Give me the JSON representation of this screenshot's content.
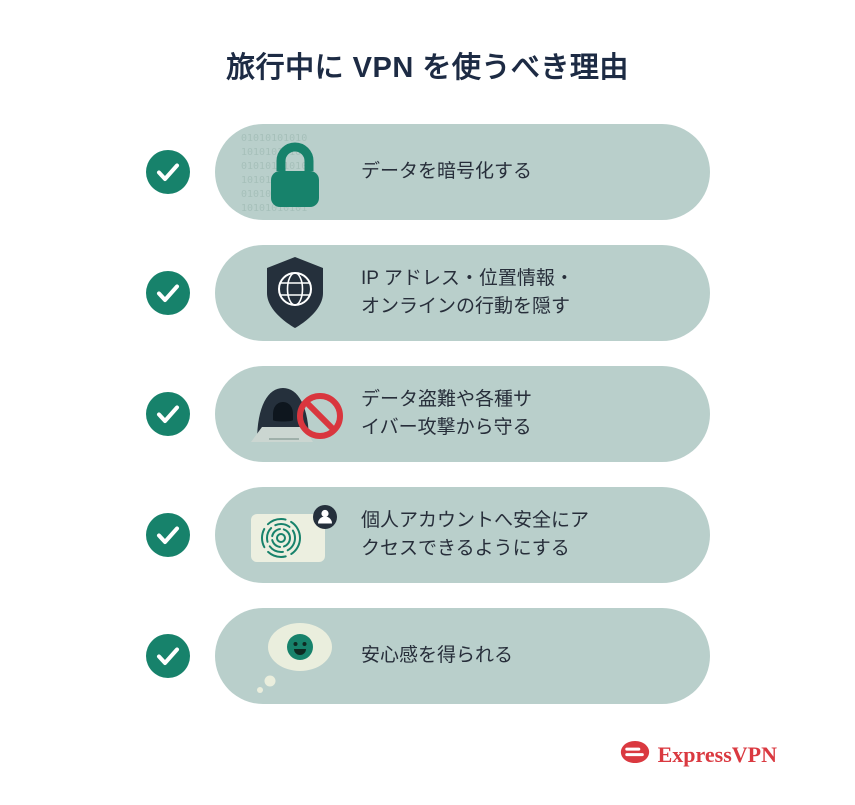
{
  "title": "旅行中に VPN を使うべき理由",
  "rows": [
    {
      "icon": "lock-binary-icon",
      "text": "データを暗号化する"
    },
    {
      "icon": "shield-globe-icon",
      "text": "IP アドレス・位置情報・\nオンラインの行動を隠す"
    },
    {
      "icon": "hacker-blocked-icon",
      "text": "データ盗難や各種サ\nイバー攻撃から守る"
    },
    {
      "icon": "fingerprint-card-icon",
      "text": "個人アカウントへ安全にア\nクセスできるようにする"
    },
    {
      "icon": "thought-bubble-icon",
      "text": "安心感を得られる"
    }
  ],
  "check_icon": "check-circle-icon",
  "footer": {
    "brand": "ExpressVPN",
    "logo_icon": "expressvpn-logo-icon"
  },
  "colors": {
    "accent_green": "#17826B",
    "pill_background": "#B9CFCB",
    "title_text": "#1D2B44",
    "body_text": "#272E3A",
    "brand_red": "#DA3940",
    "dark_navy": "#25303C",
    "binary_text": "#A6C0BA",
    "cream": "#EAEEDD"
  }
}
